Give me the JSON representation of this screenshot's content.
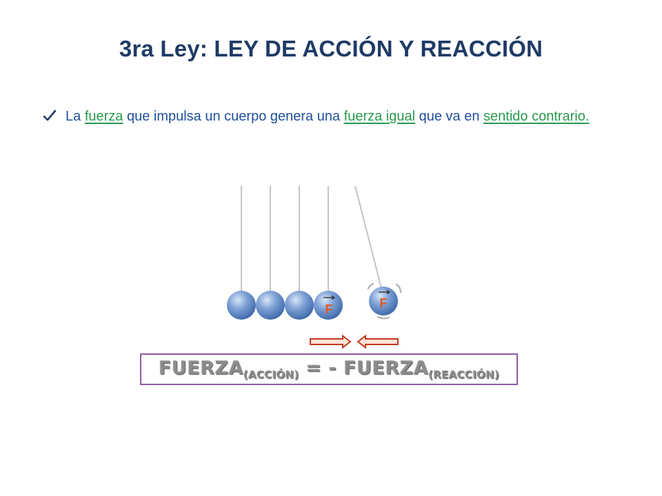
{
  "slide": {
    "title": "3ra Ley: LEY DE ACCIÓN Y REACCIÓN",
    "bullet": {
      "p1": "La ",
      "h1": "fuerza",
      "p2": " que impulsa un cuerpo genera una ",
      "h2": "fuerza igual",
      "p3": " que va en ",
      "h3": "sentido contrario."
    },
    "ball_label": "F",
    "formula": {
      "term1": "FUERZA",
      "sub1": "(ACCIÓN)",
      "mid": " = - ",
      "term2": "FUERZA",
      "sub2": "(REACCIÓN)"
    }
  },
  "colors": {
    "title": "#1f3b66",
    "body_text": "#1f4f9c",
    "highlight": "#2a9a4b",
    "force_label": "#e2581a",
    "arrow": "#c0391b",
    "box_border": "#8b5aa6",
    "ball": "#5c86c4"
  },
  "icons": [
    "check-icon",
    "force-arrow-right",
    "force-arrow-left"
  ]
}
